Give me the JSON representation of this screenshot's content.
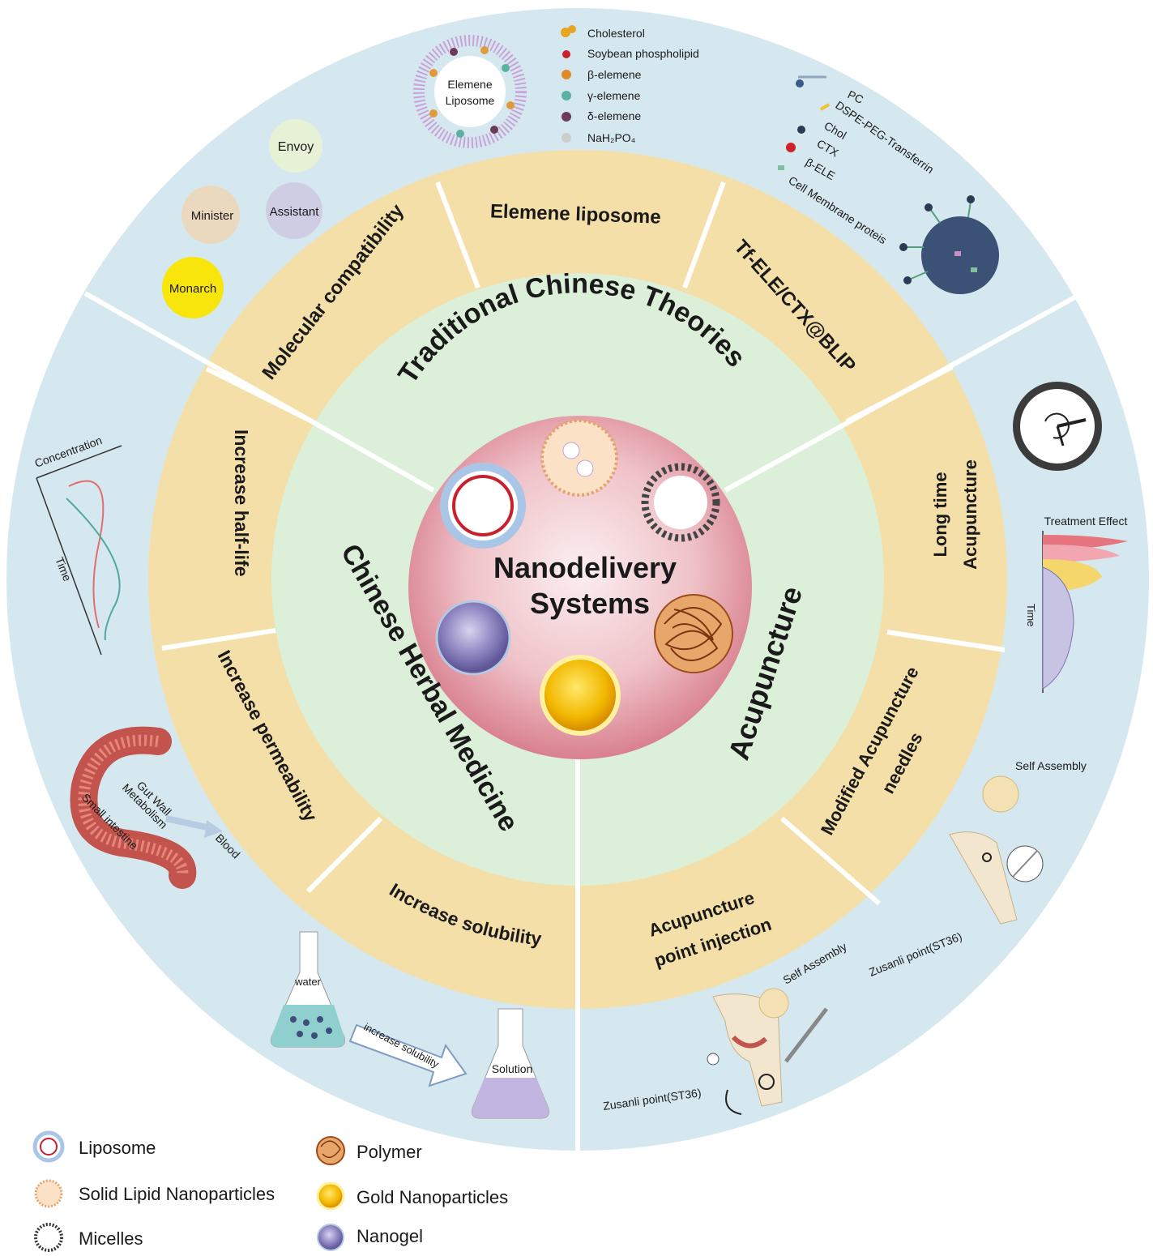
{
  "center": {
    "line1": "Nanodelivery",
    "line2": "Systems"
  },
  "inner_ring": {
    "top": "Traditional Chinese Theories",
    "left": "Chinese Herbal Medicine",
    "right": "Acupuncture"
  },
  "middle_ring": {
    "molecular": "Molecular compatibility",
    "elemene": "Elemene liposome",
    "tfele": "Tf-ELE/CTX@BLIP",
    "longtime1": "Long time",
    "longtime2": "Acupuncture",
    "modified1": "Modified Acupuncture",
    "modified2": "needles",
    "injection1": "Acupuncture",
    "injection2": "point injection",
    "solubility": "Increase solubility",
    "permeability": "Increase permeability",
    "halflife": "Increase half-life"
  },
  "outer": {
    "envoy": "Envoy",
    "minister": "Minister",
    "assistant": "Assistant",
    "monarch": "Monarch",
    "liposome_label1": "Elemene",
    "liposome_label2": "Liposome",
    "legend_top": [
      "Cholesterol",
      "Soybean phospholipid",
      "β-elemene",
      "γ-elemene",
      "δ-elemene",
      "NaH₂PO₄"
    ],
    "tf_legend": [
      "PC",
      "DSPE-PEG-Transferrin",
      "Chol",
      "CTX",
      "β-ELE",
      "Cell Membrane proteis"
    ],
    "treatment_effect": "Treatment Effect",
    "time": "Time",
    "concentration": "Concentration",
    "self_assembly": "Self Assembly",
    "zusanli": "Zusanli point(ST36)",
    "water": "water",
    "increase_solubility": "increase solubility",
    "solution": "Solution",
    "gut_wall": "Gut Wall",
    "metabolism": "Metabolism",
    "small_intestine": "Small intestine",
    "blood": "Blood"
  },
  "legend": [
    "Liposome",
    "Solid Lipid Nanoparticles",
    "Micelles",
    "Polymer",
    "Gold Nanoparticles",
    "Nanogel"
  ],
  "colors": {
    "outer_ring": "#d6e8ef",
    "middle_ring": "#f4dfa8",
    "inner_ring": "#dcefd8",
    "sphere": "#e9a3ad",
    "divider": "#ffffff"
  }
}
